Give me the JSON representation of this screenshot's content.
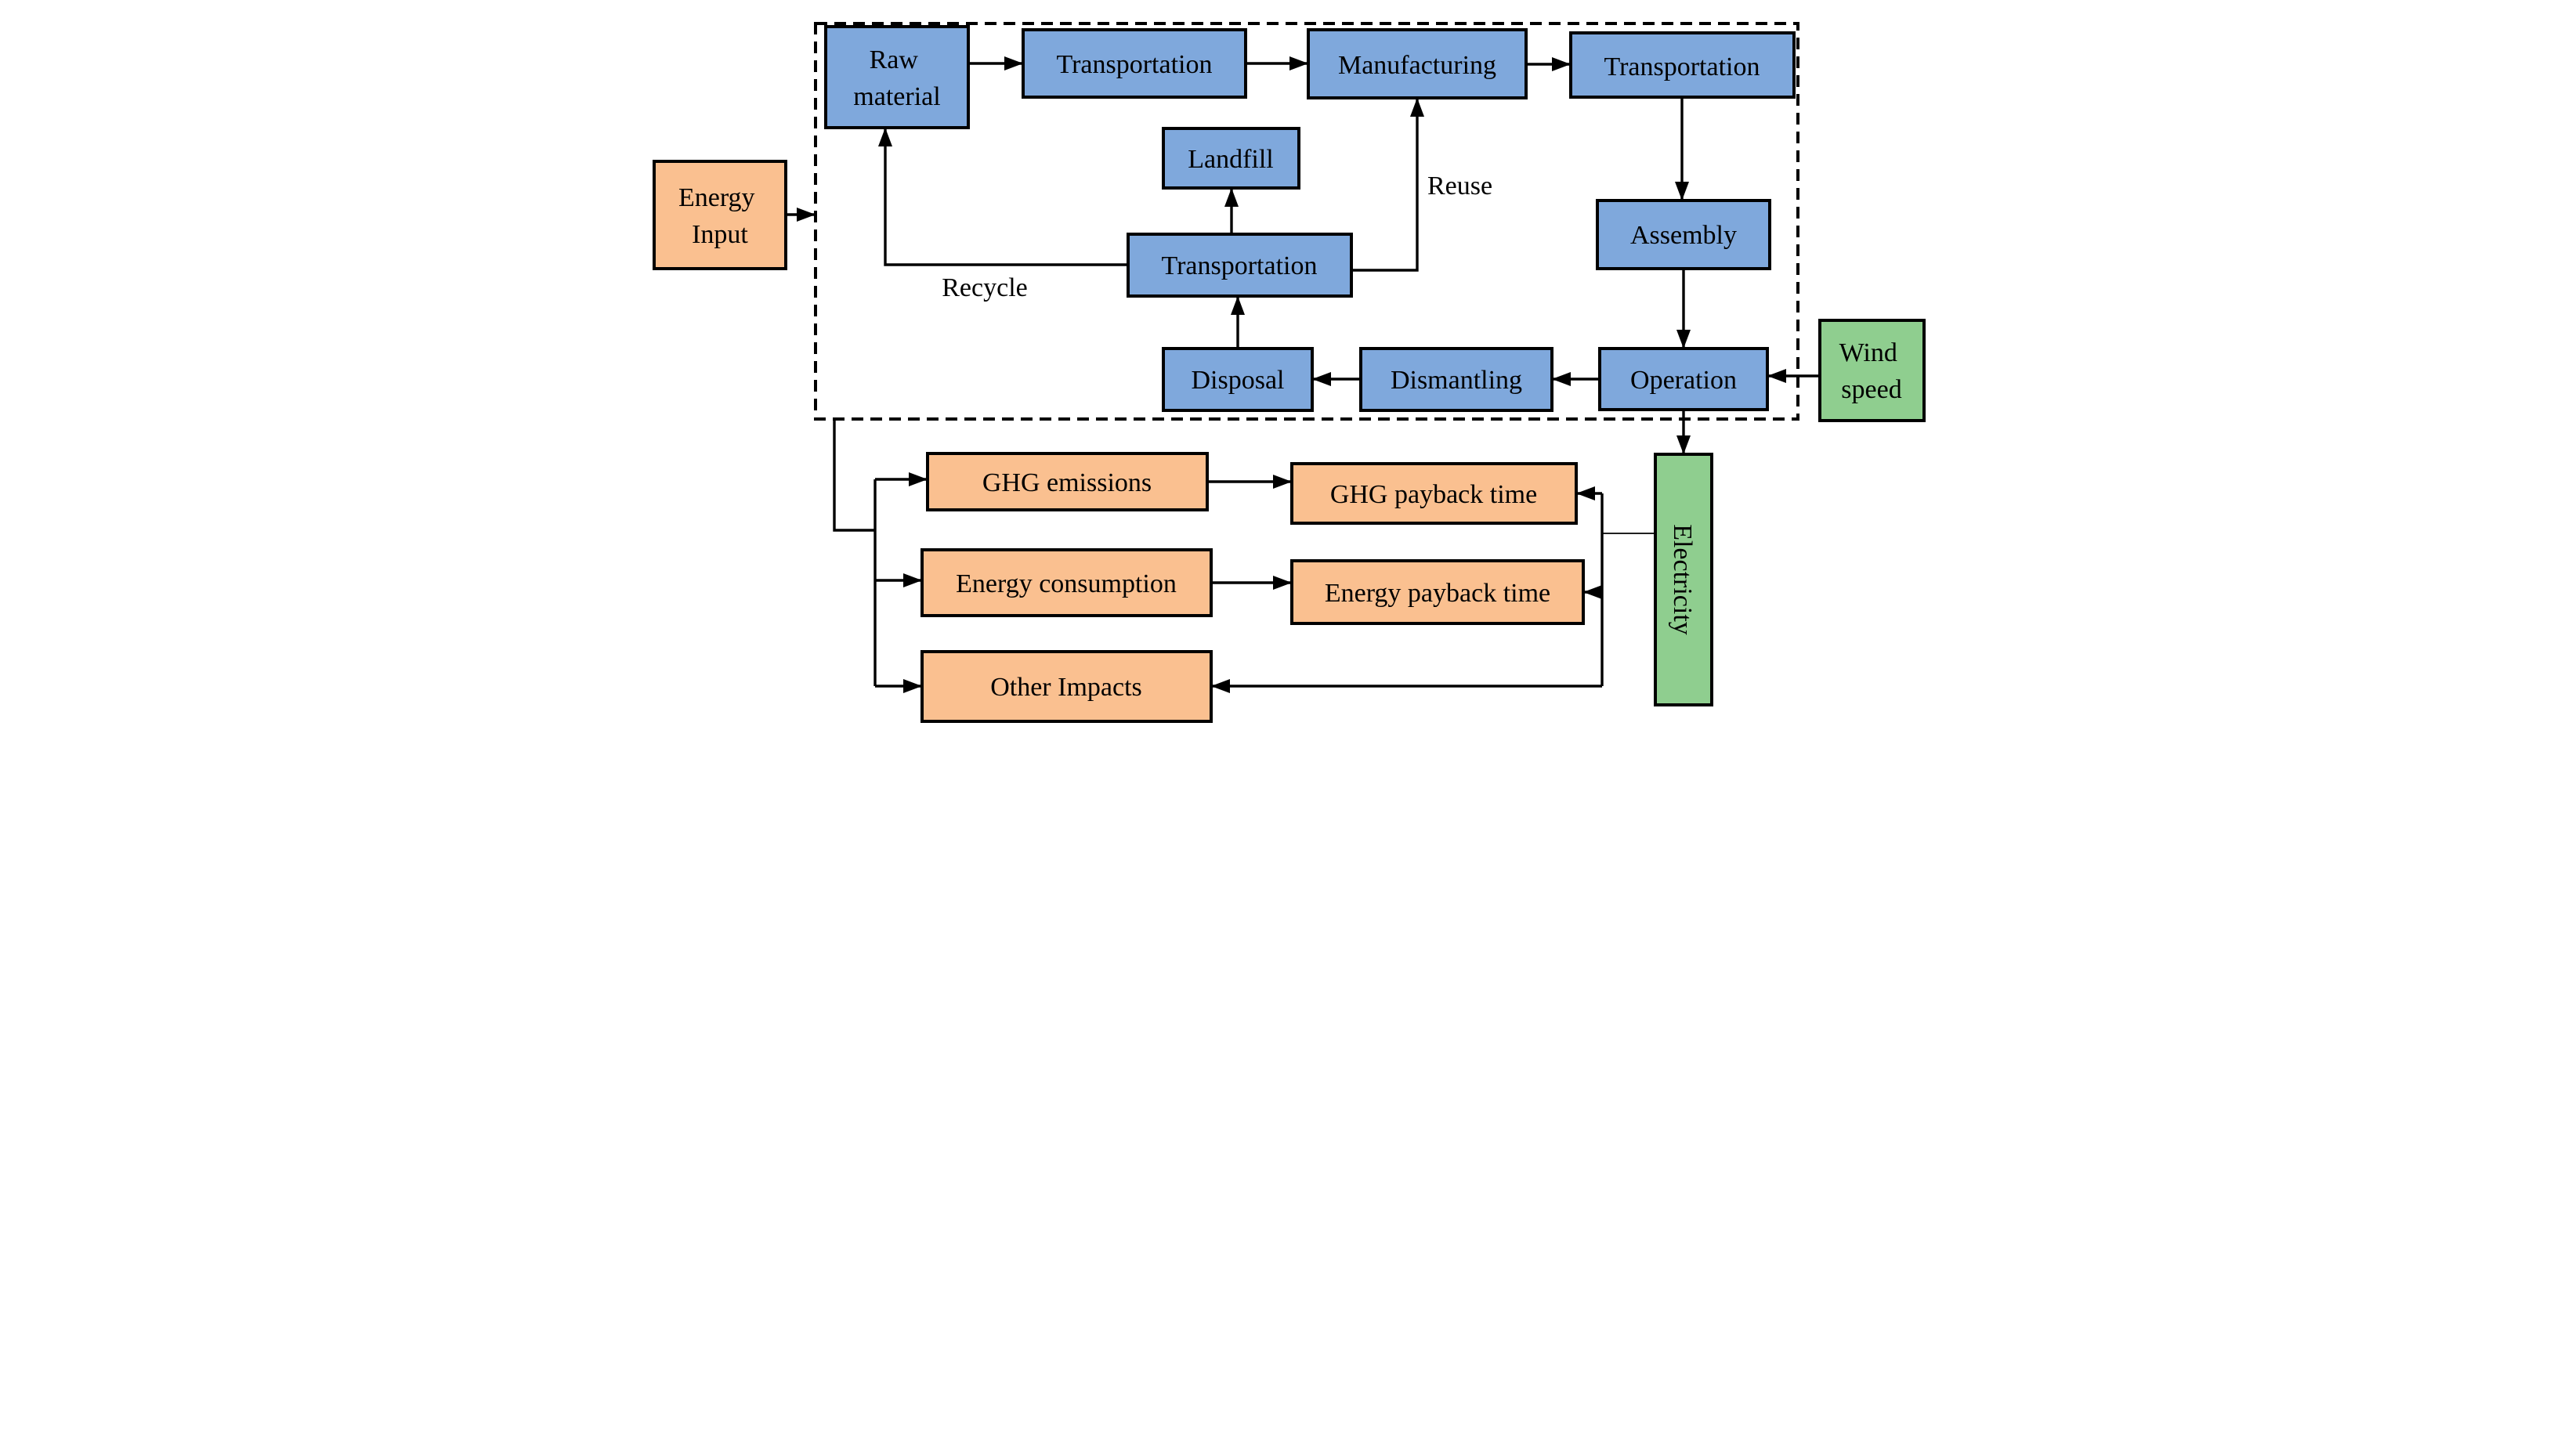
{
  "colors": {
    "process_fill": "#7FA8DC",
    "impact_fill": "#FAC090",
    "resource_fill": "#8FCE8F",
    "stroke": "#000000",
    "background": "#FFFFFF"
  },
  "nodes": {
    "energy_input": {
      "type": "impact",
      "lines": [
        "Energy",
        "Input"
      ]
    },
    "raw_material": {
      "type": "process",
      "lines": [
        "Raw",
        "material"
      ]
    },
    "transportation_top_left": {
      "type": "process",
      "label": "Transportation"
    },
    "manufacturing": {
      "type": "process",
      "label": "Manufacturing"
    },
    "transportation_top_right": {
      "type": "process",
      "label": "Transportation"
    },
    "landfill": {
      "type": "process",
      "label": "Landfill"
    },
    "transportation_middle": {
      "type": "process",
      "label": "Transportation"
    },
    "assembly": {
      "type": "process",
      "label": "Assembly"
    },
    "disposal": {
      "type": "process",
      "label": "Disposal"
    },
    "dismantling": {
      "type": "process",
      "label": "Dismantling"
    },
    "operation": {
      "type": "process",
      "label": "Operation"
    },
    "wind_speed": {
      "type": "resource",
      "lines": [
        "Wind",
        "speed"
      ]
    },
    "electricity": {
      "type": "resource",
      "label": "Electricity"
    },
    "ghg_emissions": {
      "type": "impact",
      "label": "GHG emissions"
    },
    "ghg_payback_time": {
      "type": "impact",
      "label": "GHG payback time"
    },
    "energy_consumption": {
      "type": "impact",
      "label": "Energy consumption"
    },
    "energy_payback_time": {
      "type": "impact",
      "label": "Energy payback time"
    },
    "other_impacts": {
      "type": "impact",
      "label": "Other Impacts"
    }
  },
  "edge_labels": {
    "recycle": "Recycle",
    "reuse": "Reuse"
  },
  "edges": [
    {
      "from": "energy_input",
      "to": "system_boundary"
    },
    {
      "from": "raw_material",
      "to": "transportation_top_left"
    },
    {
      "from": "transportation_top_left",
      "to": "manufacturing"
    },
    {
      "from": "manufacturing",
      "to": "transportation_top_right"
    },
    {
      "from": "transportation_top_right",
      "to": "assembly"
    },
    {
      "from": "assembly",
      "to": "operation"
    },
    {
      "from": "operation",
      "to": "dismantling"
    },
    {
      "from": "dismantling",
      "to": "disposal"
    },
    {
      "from": "disposal",
      "to": "transportation_middle"
    },
    {
      "from": "transportation_middle",
      "to": "landfill"
    },
    {
      "from": "transportation_middle",
      "to": "raw_material",
      "label": "Recycle"
    },
    {
      "from": "transportation_middle",
      "to": "manufacturing",
      "label": "Reuse"
    },
    {
      "from": "wind_speed",
      "to": "operation"
    },
    {
      "from": "operation",
      "to": "electricity"
    },
    {
      "from": "system_boundary",
      "to": "ghg_emissions"
    },
    {
      "from": "system_boundary",
      "to": "energy_consumption"
    },
    {
      "from": "system_boundary",
      "to": "other_impacts"
    },
    {
      "from": "ghg_emissions",
      "to": "ghg_payback_time"
    },
    {
      "from": "energy_consumption",
      "to": "energy_payback_time"
    },
    {
      "from": "electricity",
      "to": "ghg_payback_time"
    },
    {
      "from": "electricity",
      "to": "energy_payback_time"
    },
    {
      "from": "electricity",
      "to": "other_impacts"
    }
  ]
}
